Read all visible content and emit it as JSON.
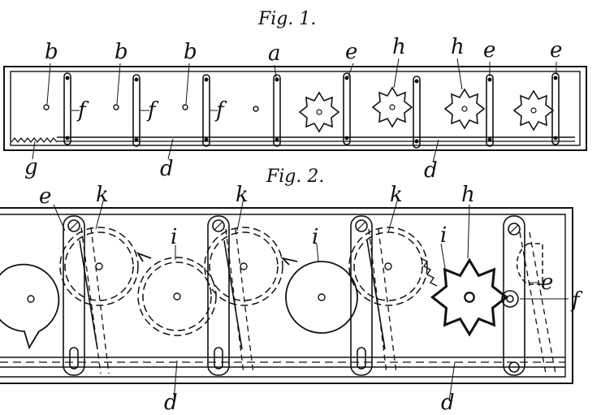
{
  "figures": {
    "fig1": {
      "caption": "Fig. 1.",
      "labels": {
        "b1": "b",
        "b2": "b",
        "b3": "b",
        "a": "a",
        "e1": "e",
        "h1": "h",
        "h2": "h",
        "e2": "e",
        "e3": "e",
        "f1": "f",
        "f2": "f",
        "f3": "f",
        "g": "g",
        "d1": "d",
        "d2": "d"
      }
    },
    "fig2": {
      "caption": "Fig. 2.",
      "labels": {
        "e1": "e",
        "k1": "k",
        "i1": "i",
        "k2": "k",
        "i2": "i",
        "k3": "k",
        "i3": "i",
        "h": "h",
        "e2": "e",
        "f": "f",
        "d1": "d",
        "d2": "d"
      }
    }
  },
  "colors": {
    "ink": "#111111",
    "paper": "#ffffff"
  }
}
